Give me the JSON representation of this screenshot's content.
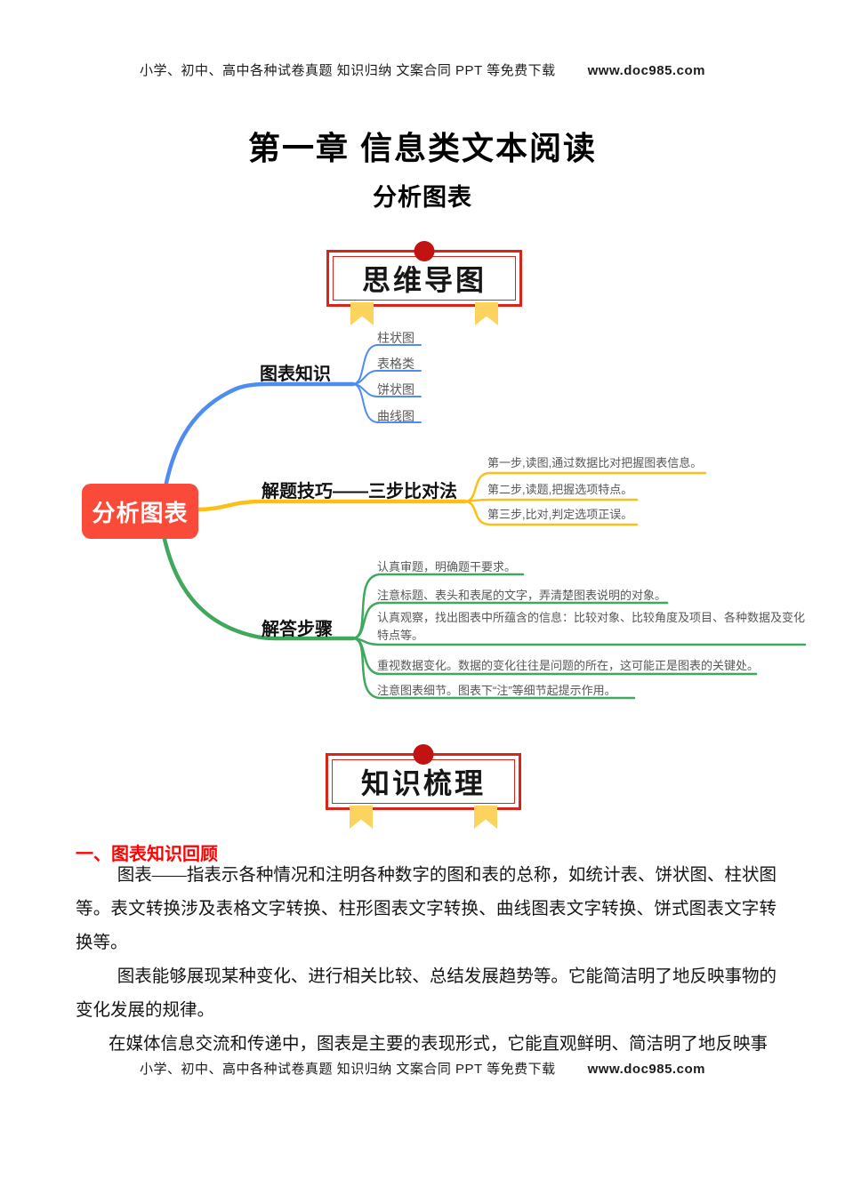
{
  "header": {
    "text": "小学、初中、高中各种试卷真题 知识归纳 文案合同 PPT 等免费下载",
    "url": "www.doc985.com"
  },
  "footer": {
    "text": "小学、初中、高中各种试卷真题 知识归纳 文案合同 PPT 等免费下载",
    "url": "www.doc985.com"
  },
  "title": "第一章 信息类文本阅读",
  "subtitle": "分析图表",
  "banners": {
    "mindmap": "思维导图",
    "knowledge": "知识梳理"
  },
  "mindmap": {
    "root": "分析图表",
    "branches": [
      {
        "label": "图表知识",
        "color": "#4e8cf0",
        "children": [
          "柱状图",
          "表格类",
          "饼状图",
          "曲线图"
        ]
      },
      {
        "label": "解题技巧——三步比对法",
        "color": "#fcbf17",
        "children": [
          "第一步,读图,通过数据比对把握图表信息。",
          "第二步,读题,把握选项特点。",
          "第三步,比对,判定选项正误。"
        ]
      },
      {
        "label": "解答步骤",
        "color": "#3fa85c",
        "children": [
          "认真审题，明确题干要求。",
          "注意标题、表头和表尾的文字，弄清楚图表说明的对象。",
          "认真观察，找出图表中所蕴含的信息：比较对象、比较角度及项目、各种数据及变化特点等。",
          "重视数据变化。数据的变化往往是问题的所在，这可能正是图表的关键处。",
          "注意图表细节。图表下“注”等细节起提示作用。"
        ]
      }
    ]
  },
  "section": {
    "heading": "一、图表知识回顾",
    "paragraphs": [
      "图表——指表示各种情况和注明各种数字的图和表的总称，如统计表、饼状图、柱状图等。表文转换涉及表格文字转换、柱形图表文字转换、曲线图表文字转换、饼式图表文字转换等。",
      "图表能够展现某种变化、进行相关比较、总结发展趋势等。它能简洁明了地反映事物的变化发展的规律。",
      "在媒体信息交流和传递中，图表是主要的表现形式，它能直观鲜明、简洁明了地反映事"
    ]
  },
  "colors": {
    "root_node": "#fa4a39",
    "branch_blue": "#4e8cf0",
    "branch_yellow": "#fcbf17",
    "branch_green": "#3fa85c",
    "banner_border_red": "#d9241a",
    "banner_dot_red": "#c31212",
    "ribbon_yellow": "#fbd35e",
    "heading_red": "#fe0000"
  }
}
